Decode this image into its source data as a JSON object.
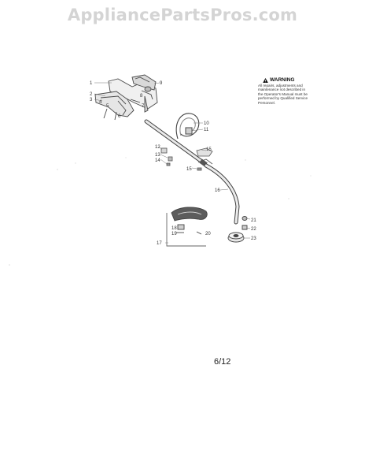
{
  "watermark": "AppliancePartsPros.com",
  "warning": {
    "title": "WARNING",
    "lines": [
      "All repairs, adjustments and",
      "maintenance not described in",
      "the Operator's Manual must be",
      "performed by Qualified Service",
      "Personnel."
    ]
  },
  "callouts": [
    "1",
    "2",
    "3",
    "4",
    "5",
    "6",
    "7",
    "8",
    "9",
    "10",
    "11",
    "12",
    "13",
    "14",
    "15",
    "16",
    "17",
    "18",
    "19",
    "20",
    "21",
    "22",
    "23"
  ],
  "page_number": "6/12",
  "icons": {
    "warning": "warning-triangle-icon"
  }
}
